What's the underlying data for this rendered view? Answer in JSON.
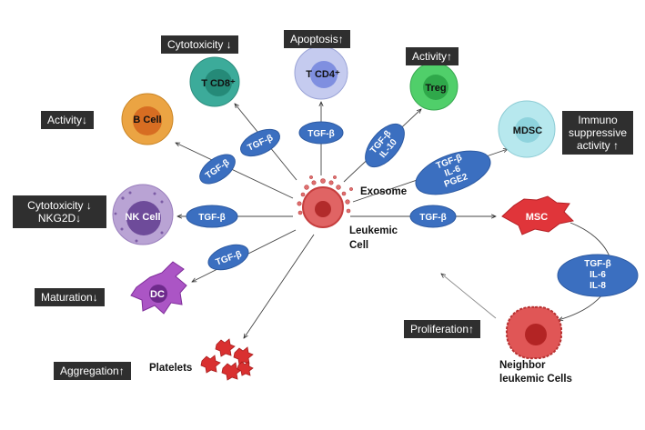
{
  "center": {
    "cell_label": "Leukemic\nCell",
    "exosome_label": "Exosome"
  },
  "status_labels": {
    "cd8": "Cytotoxicity ↓",
    "cd4": "Apoptosis↑",
    "treg": "Activity↑",
    "bcell": "Activity↓",
    "mdsc": "Immuno suppressive activity ↑",
    "nk": "Cytotoxicity ↓\nNKG2D↓",
    "dc": "Maturation↓",
    "platelets": "Aggregation↑",
    "proliferation": "Proliferation↑"
  },
  "cells": {
    "cd8": "T CD8⁺",
    "cd4": "T CD4⁺",
    "treg": "Treg",
    "bcell": "B Cell",
    "mdsc": "MDSC",
    "nk": "NK Cell",
    "msc": "MSC",
    "dc": "DC",
    "platelets": "Platelets",
    "neighbor": "Neighbor\nleukemic Cells"
  },
  "mediators": {
    "tgf": "TGF-β",
    "treg": "TGF-β\nIL-10",
    "mdsc": "TGF-β\nIL-6\nPGE2",
    "msc_out": "TGF-β\nIL-6\nIL-8"
  },
  "colors": {
    "mediator_fill": "#3b6fc0",
    "label_bg": "#2f2f2f",
    "cd8": "#3cab9a",
    "cd4": "#aeb6e6",
    "treg": "#4ccc66",
    "bcell": "#e9a03a",
    "mdsc": "#a9e3ea",
    "nk": "#b59ad0",
    "dc": "#a64ec0",
    "msc": "#e0353a",
    "leukemic": "#e05a5a",
    "platelets": "#d93030"
  }
}
